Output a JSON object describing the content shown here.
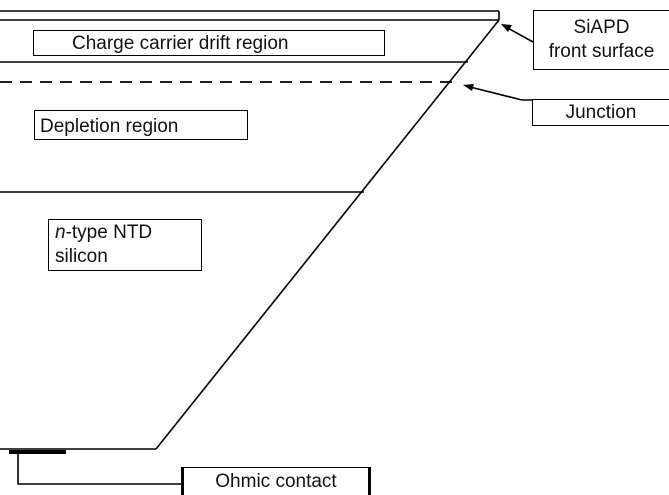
{
  "diagram": {
    "labels": {
      "charge_carrier": "Charge carrier drift region",
      "depletion": "Depletion region",
      "ntype_italic": "n",
      "ntype_rest": "-type NTD",
      "silicon": "silicon",
      "siapd_line1": "SiAPD",
      "siapd_line2": "front surface",
      "junction": "Junction",
      "ohmic": "Ohmic contact"
    }
  }
}
